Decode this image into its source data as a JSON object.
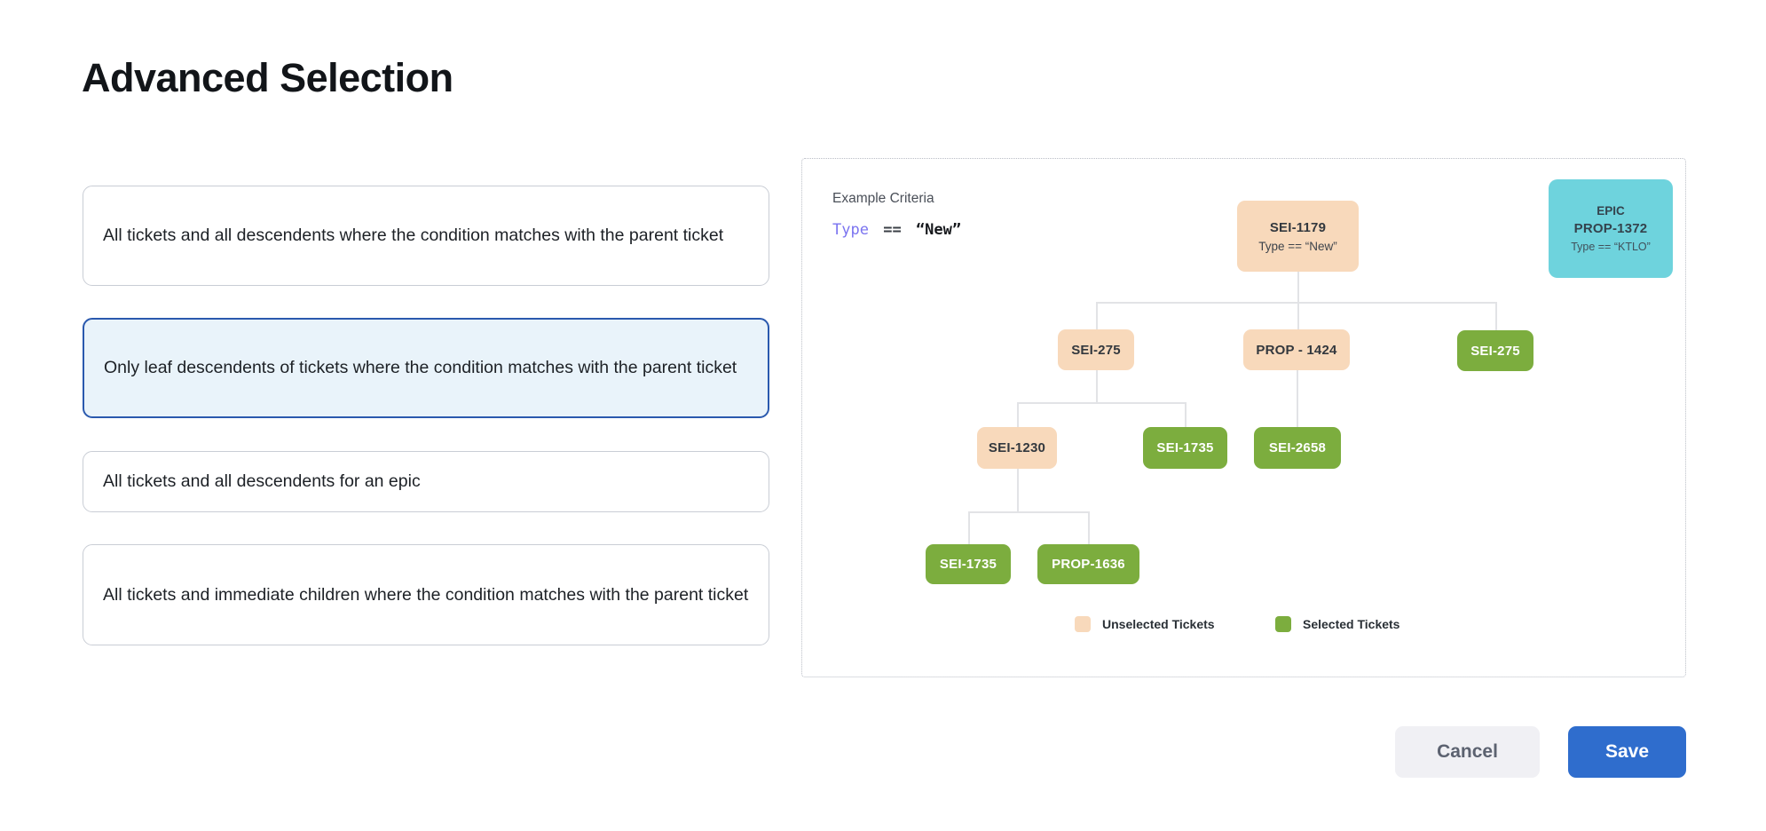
{
  "title": "Advanced Selection",
  "options": [
    {
      "label": "All tickets and all descendents where the condition matches with the parent ticket",
      "selected": false
    },
    {
      "label": "Only leaf descendents of tickets where the condition matches with the parent ticket",
      "selected": true
    },
    {
      "label": "All tickets and all descendents for an epic",
      "selected": false
    },
    {
      "label": "All tickets and immediate children where the condition matches with the parent ticket",
      "selected": false
    }
  ],
  "example": {
    "heading": "Example Criteria",
    "criteria": {
      "field": "Type",
      "operator": "==",
      "value": "“New”"
    },
    "epic_card": {
      "type_label": "EPIC",
      "id": "PROP-1372",
      "condition": "Type == “KTLO”"
    },
    "tree": {
      "root": {
        "id": "SEI-1179",
        "condition": "Type == “New”",
        "state": "unselected"
      },
      "level2": [
        {
          "id": "SEI-275",
          "state": "unselected"
        },
        {
          "id": "PROP - 1424",
          "state": "unselected"
        },
        {
          "id": "SEI-275",
          "state": "selected"
        }
      ],
      "level3": [
        {
          "id": "SEI-1230",
          "state": "unselected"
        },
        {
          "id": "SEI-1735",
          "state": "selected"
        },
        {
          "id": "SEI-2658",
          "state": "selected"
        }
      ],
      "level4": [
        {
          "id": "SEI-1735",
          "state": "selected"
        },
        {
          "id": "PROP-1636",
          "state": "selected"
        }
      ]
    },
    "legend": [
      {
        "label": "Unselected Tickets",
        "color": "#f8d9bb"
      },
      {
        "label": "Selected Tickets",
        "color": "#7cad3e"
      }
    ]
  },
  "footer": {
    "cancel_label": "Cancel",
    "save_label": "Save"
  },
  "colors": {
    "unselected_node": "#f8d9bb",
    "selected_node": "#7cad3e",
    "epic_node": "#6ed3dd",
    "selected_option_border": "#2a59ae",
    "selected_option_bg": "#e9f3fa",
    "save_button": "#2f6dcd",
    "cancel_button_bg": "#f0f0f4",
    "criteria_field": "#7b74f0",
    "connector_line": "#e2e3e6"
  }
}
